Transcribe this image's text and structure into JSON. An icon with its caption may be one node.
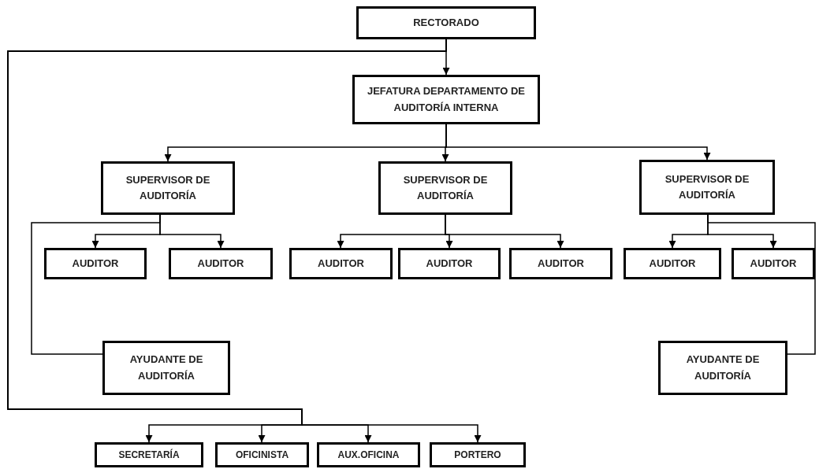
{
  "diagram": {
    "nodes": [
      {
        "text": [
          "RECTORADO"
        ]
      },
      {
        "text": [
          "JEFATURA DEPARTAMENTO DE AUDITORÍA INTERNA"
        ]
      },
      {
        "text": [
          "SUPERVISOR DE AUDITORÍA"
        ]
      },
      {
        "text": [
          "SUPERVISOR DE AUDITORÍA"
        ]
      },
      {
        "text": [
          "SUPERVISOR DE AUDITORÍA"
        ]
      },
      {
        "text": [
          "AUDITOR"
        ]
      },
      {
        "text": [
          "AUDITOR"
        ]
      },
      {
        "text": [
          "AUDITOR"
        ]
      },
      {
        "text": [
          "AUDITOR"
        ]
      },
      {
        "text": [
          "AUDITOR"
        ]
      },
      {
        "text": [
          "AUDITOR"
        ]
      },
      {
        "text": [
          "AUDITOR"
        ]
      },
      {
        "text": [
          "AYUDANTE DE AUDITORÍA"
        ]
      },
      {
        "text": [
          "AYUDANTE DE AUDITORÍA"
        ]
      },
      {
        "text": [
          "SECRETARÍA"
        ]
      },
      {
        "text": [
          "OFICINISTA"
        ]
      },
      {
        "text": [
          "AUX.OFICINA"
        ]
      },
      {
        "text": [
          "PORTERO"
        ]
      }
    ],
    "edges": [
      {
        "from": 0,
        "to": 1,
        "arrow": "to"
      },
      {
        "from": 0,
        "to": 14,
        "arrow": "to"
      },
      {
        "from": 0,
        "to": 15,
        "arrow": "to"
      },
      {
        "from": 0,
        "to": 16,
        "arrow": "to"
      },
      {
        "from": 0,
        "to": 17,
        "arrow": "to"
      },
      {
        "from": 1,
        "to": 2,
        "arrow": "to"
      },
      {
        "from": 1,
        "to": 3,
        "arrow": "to"
      },
      {
        "from": 1,
        "to": 4,
        "arrow": "to"
      },
      {
        "from": 2,
        "to": 5,
        "arrow": "to"
      },
      {
        "from": 2,
        "to": 6,
        "arrow": "to"
      },
      {
        "from": 2,
        "to": 12,
        "arrow": "none"
      },
      {
        "from": 3,
        "to": 7,
        "arrow": "to"
      },
      {
        "from": 3,
        "to": 8,
        "arrow": "to"
      },
      {
        "from": 3,
        "to": 9,
        "arrow": "to"
      },
      {
        "from": 4,
        "to": 10,
        "arrow": "to"
      },
      {
        "from": 4,
        "to": 11,
        "arrow": "to"
      },
      {
        "from": 4,
        "to": 13,
        "arrow": "none"
      }
    ]
  }
}
